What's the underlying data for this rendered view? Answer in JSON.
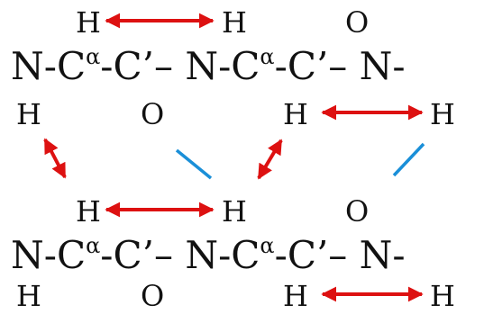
{
  "strand_top": {
    "above": [
      "H",
      "H",
      "O"
    ],
    "backbone": [
      "N-C",
      "α",
      "-C’– N-C",
      "α",
      "-C’– N-"
    ],
    "below": [
      "H",
      "O",
      "H",
      "H"
    ]
  },
  "strand_bottom": {
    "above": [
      "H",
      "H",
      "O"
    ],
    "backbone": [
      "N-C",
      "α",
      "-C’– N-C",
      "α",
      "-C’– N-"
    ],
    "below": [
      "H",
      "O",
      "H",
      "H"
    ]
  },
  "colors": {
    "text": "#111111",
    "arrow": "#dd1111",
    "bond": "#1a8fd8"
  }
}
